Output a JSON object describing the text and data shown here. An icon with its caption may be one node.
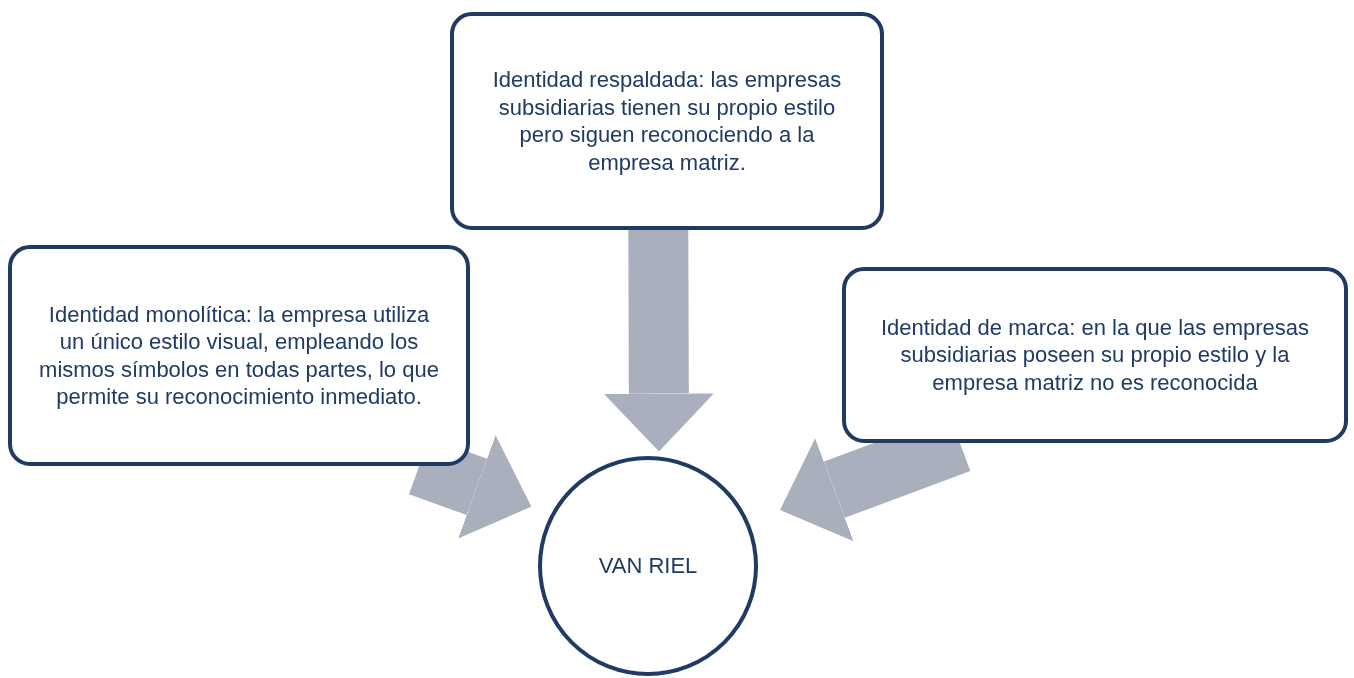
{
  "diagram": {
    "nodes": [
      {
        "text": [
          "Identidad respaldada: las empresas subsidiarias tienen su propio estilo pero siguen reconociendo a la empresa matriz."
        ]
      },
      {
        "text": [
          "Identidad monolítica: la empresa utiliza un único estilo visual, empleando los mismos símbolos en todas partes, lo que permite su reconocimiento inmediato."
        ]
      },
      {
        "text": [
          "Identidad de marca: en la que las empresas subsidiarias poseen su propio estilo y la empresa matriz no es reconocida"
        ]
      },
      {
        "text": [
          "VAN RIEL"
        ]
      }
    ],
    "edges": [
      {
        "from": 0,
        "to": 3,
        "arrow": "to"
      },
      {
        "from": 1,
        "to": 3,
        "arrow": "to"
      },
      {
        "from": 2,
        "to": 3,
        "arrow": "to"
      }
    ]
  }
}
